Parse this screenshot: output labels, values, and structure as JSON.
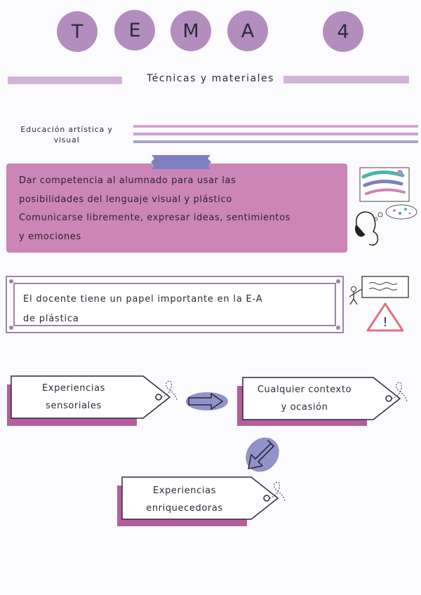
{
  "title": {
    "letters": [
      "T",
      "E",
      "M",
      "A"
    ],
    "number": "4"
  },
  "subtitle": "Técnicas y materiales",
  "section_label": "Educación artística y visual",
  "objectives": {
    "line1": "Dar competencia al alumnado para usar las",
    "line2": "posibilidades del lenguaje visual y plástico",
    "line3": "Comunicarse libremente, expresar ideas, sentimientos",
    "line4": "y emociones"
  },
  "teacher_note": {
    "line1": "El docente tiene un papel importante en la E-A",
    "line2": "de plástica"
  },
  "tags": {
    "sensory": {
      "line1": "Experiencias",
      "line2": "sensoriales"
    },
    "context": {
      "line1": "Cualquier contexto",
      "line2": "y ocasión"
    },
    "enriching": {
      "line1": "Experiencias",
      "line2": "enriquecedoras"
    }
  },
  "icons": {
    "warning_mark": "!"
  },
  "colors": {
    "circle": "#b28dbd",
    "pink_box": "#cb85b6",
    "bar": "#d0b4d6",
    "tag_shadow": "#b45f9c",
    "arrow": "#7d7fbe",
    "warning": "#e4707e"
  }
}
